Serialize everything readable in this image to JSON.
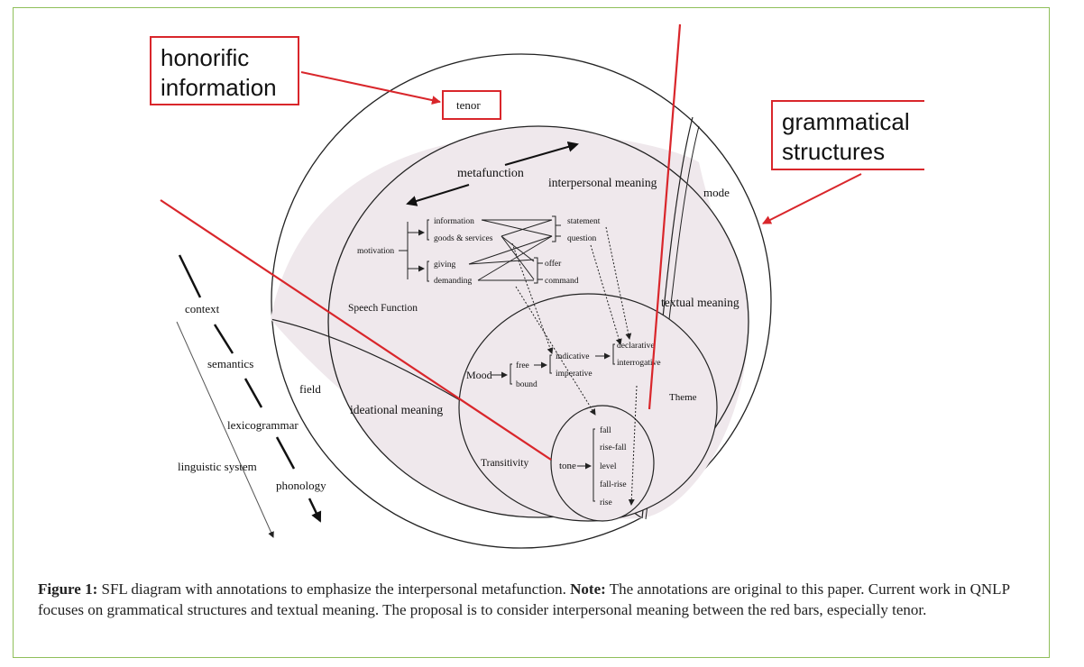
{
  "annotations": {
    "honorific": [
      "honorific",
      "information"
    ],
    "grammatical": [
      "grammatical",
      "structures"
    ]
  },
  "diagram": {
    "tenor": "tenor",
    "metafunction": "metafunction",
    "interpersonal_meaning": "interpersonal meaning",
    "mode": "mode",
    "textual_meaning": "textual meaning",
    "ideational_meaning": "ideational meaning",
    "field": "field",
    "speech_function": "Speech Function",
    "motivation": "motivation",
    "information": "information",
    "goods_services": "goods & services",
    "giving": "giving",
    "demanding": "demanding",
    "statement": "statement",
    "question": "question",
    "offer": "offer",
    "command": "command",
    "mood": "Mood",
    "free": "free",
    "bound": "bound",
    "indicative": "indicative",
    "imperative": "imperative",
    "declarative": "declarative",
    "interrogative": "interrogative",
    "theme": "Theme",
    "transitivity": "Transitivity",
    "tone": "tone",
    "tone_options": [
      "fall",
      "rise-fall",
      "level",
      "fall-rise",
      "rise"
    ],
    "strata": {
      "context": "context",
      "semantics": "semantics",
      "lexicogrammar": "lexicogrammar",
      "phonology": "phonology",
      "linguistic_system": "linguistic system"
    }
  },
  "caption": {
    "label": "Figure 1:",
    "text": " SFL diagram with annotations to emphasize the interpersonal metafunction. ",
    "note_label": "Note:",
    "note_text": " The annotations are original to this paper. Current work in QNLP focuses on grammatical structures and textual meaning. The proposal is to consider interpersonal meaning between the red bars, especially tenor."
  },
  "colors": {
    "annotation_red": "#d9262b",
    "frame_green": "#8fbf5a",
    "shaded_region": "#efe8ec"
  }
}
